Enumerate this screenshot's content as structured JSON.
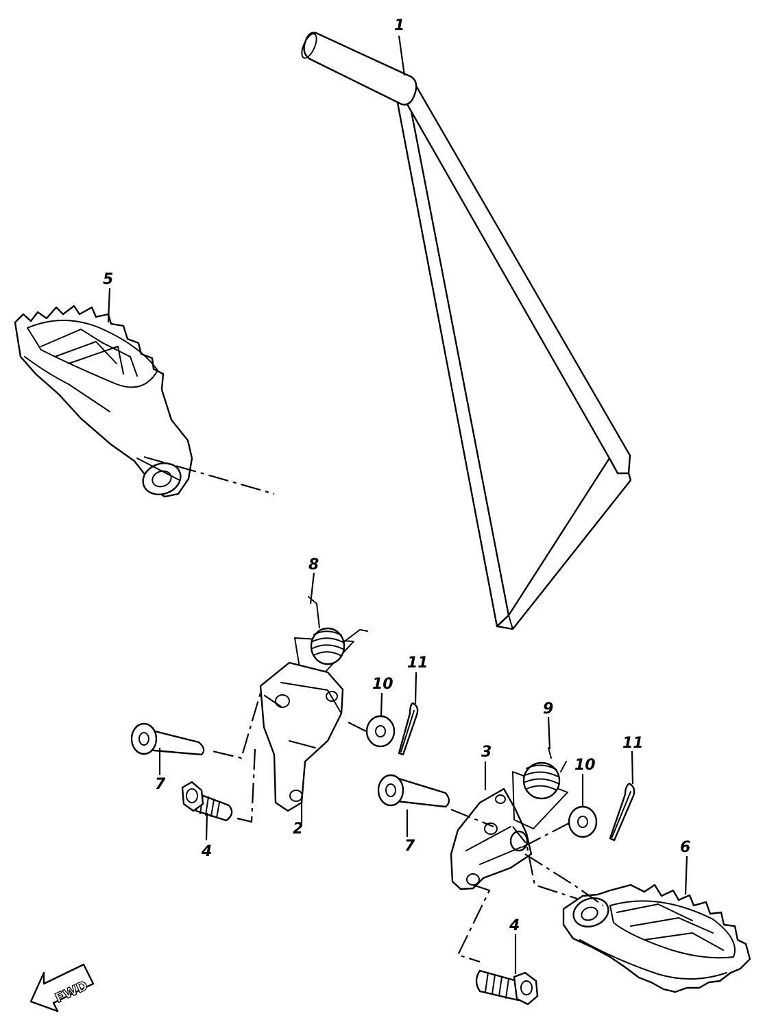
{
  "callouts": {
    "c1": "1",
    "c2": "2",
    "c3": "3",
    "c4a": "4",
    "c4b": "4",
    "c5": "5",
    "c6": "6",
    "c7a": "7",
    "c7b": "7",
    "c8": "8",
    "c9": "9",
    "c10a": "10",
    "c10b": "10",
    "c11a": "11",
    "c11b": "11"
  },
  "direction_arrow": {
    "label": "FWD",
    "icon": "fwd-arrow-icon"
  },
  "colors": {
    "line": "#000000",
    "background": "#ffffff"
  }
}
